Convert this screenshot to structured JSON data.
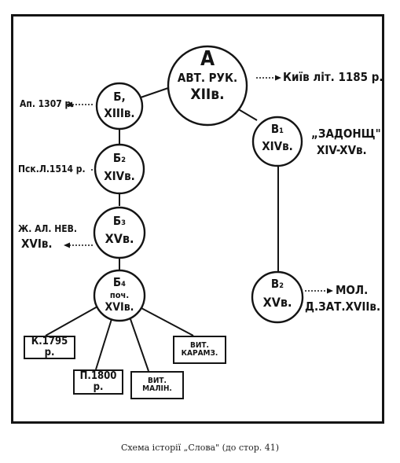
{
  "nodes": {
    "a": {
      "letter": "А",
      "line1": "АВТ. РУК.",
      "line2": "XIIв."
    },
    "b1": {
      "letter": "Б,",
      "line2": "XIIIв."
    },
    "b2": {
      "letter": "Б₂",
      "line2": "XIVв."
    },
    "b3": {
      "letter": "Б₃",
      "line2": "XVв."
    },
    "b4": {
      "letter": "Б₄",
      "line1": "поч.",
      "line2": "XVIв."
    },
    "v1": {
      "letter": "В₁",
      "line2": "XIVв."
    },
    "v2": {
      "letter": "В₂",
      "line2": "XVв."
    }
  },
  "side_labels": {
    "kyiv": "Київ літ. 1185 р.",
    "ap": "Ап. 1307 р.",
    "psk": "Пск.Л.1514 р.",
    "zh_line1": "Ж. АЛ. НЕВ.",
    "zh_line2": "XVIв.",
    "zadonsch_line1": "„ЗАДОНЩ\"",
    "zadonsch_line2": "XIV-XVв.",
    "mol_line1": "МОЛ.",
    "mol_line2": "Д.ЗАТ.XVIIв."
  },
  "boxes": {
    "k1795": "К.1795 р.",
    "p1800": "П.1800 р.",
    "vit_karamz": "ВИТ. КАРАМЗ.",
    "vit_malin": "ВИТ. МАЛІН."
  },
  "caption": "Схема історії „Слова\" (до стор. 41)"
}
